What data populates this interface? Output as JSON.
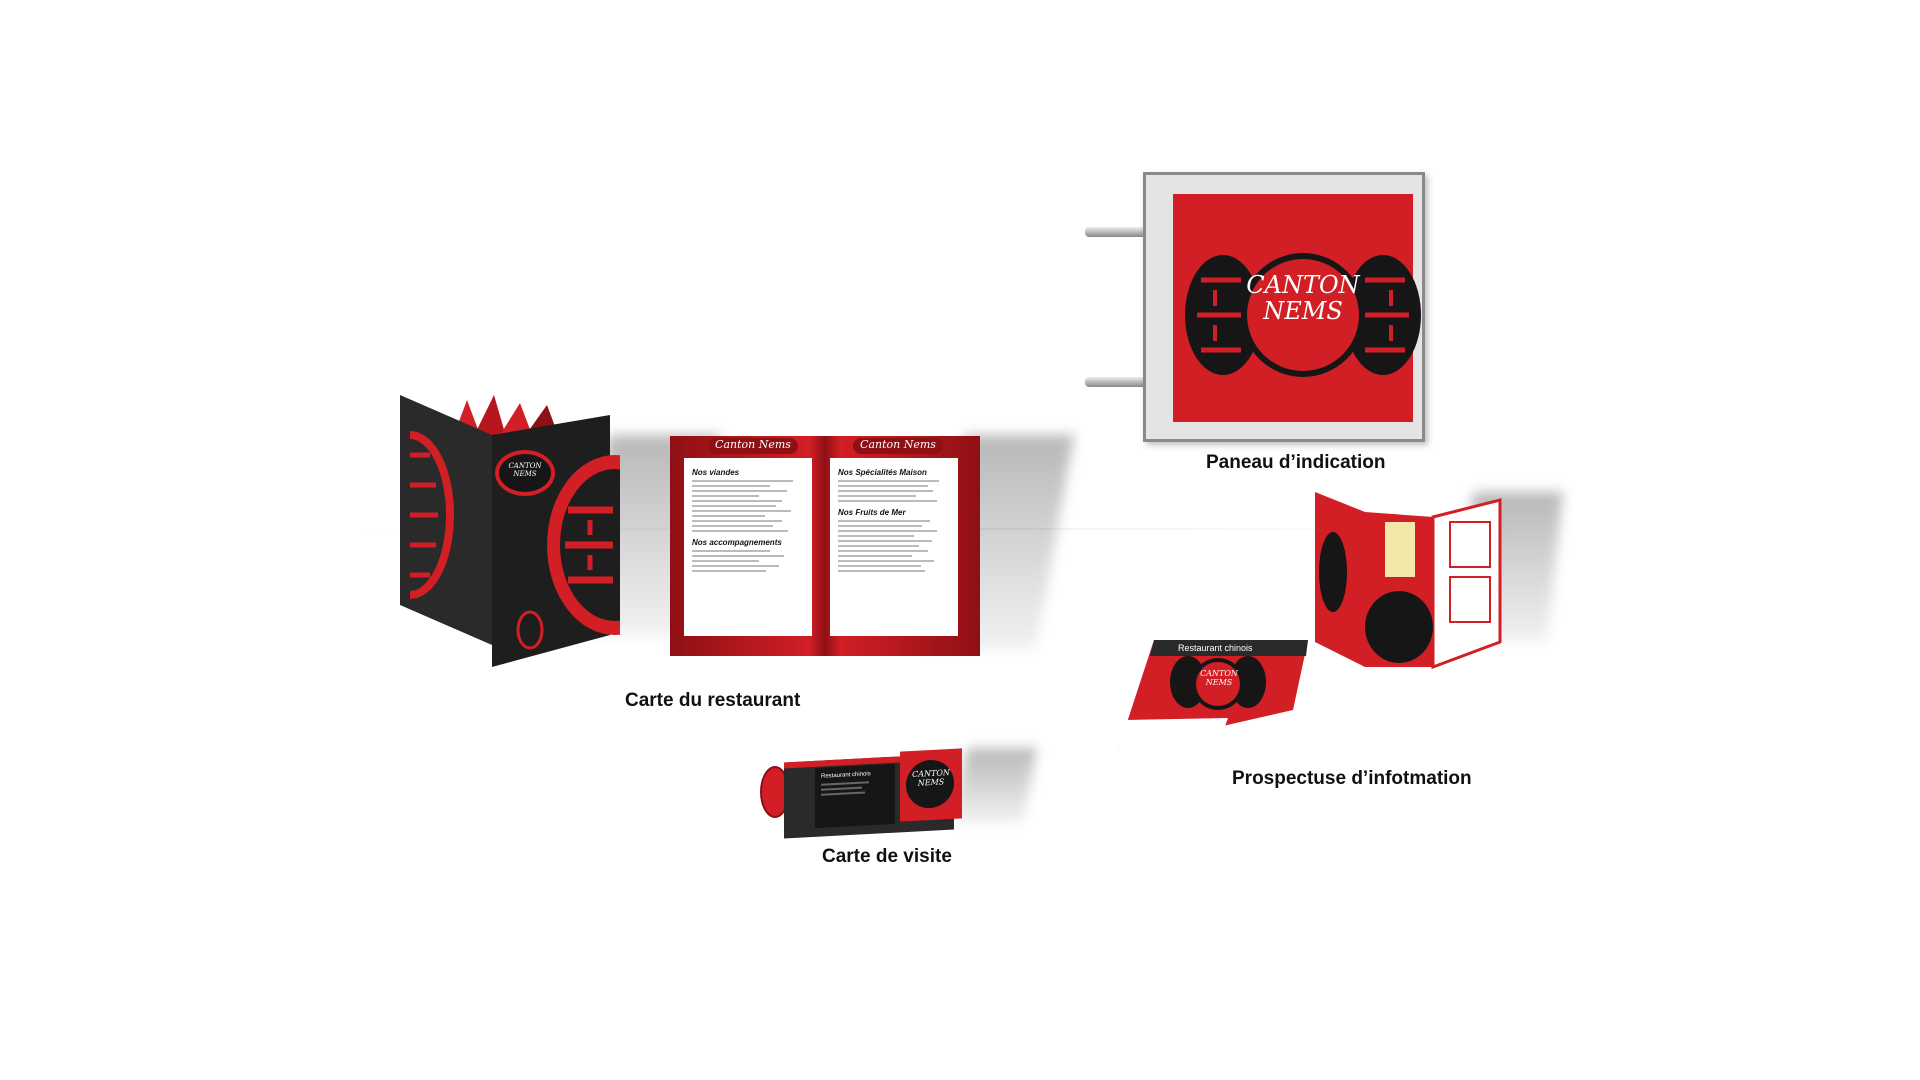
{
  "captions": {
    "menu": "Carte du restaurant",
    "sign": "Paneau d’indication",
    "card": "Carte de visite",
    "flyer": "Prospectuse d’infotmation"
  },
  "brand": {
    "line1": "CANTON",
    "line2": "NEMS",
    "menu_header": "Canton Nems",
    "flyer_header": "Restaurant chinois",
    "card_header": "Restaurant chinois"
  },
  "menu_sections": {
    "left": [
      "Nos viandes",
      "Nos accompagnements"
    ],
    "right": [
      "Nos Spécialités Maison",
      "Nos Fruits de Mer"
    ]
  },
  "colors": {
    "brand_red": "#d11f25",
    "dark": "#2a2a2a",
    "black": "#161616"
  }
}
